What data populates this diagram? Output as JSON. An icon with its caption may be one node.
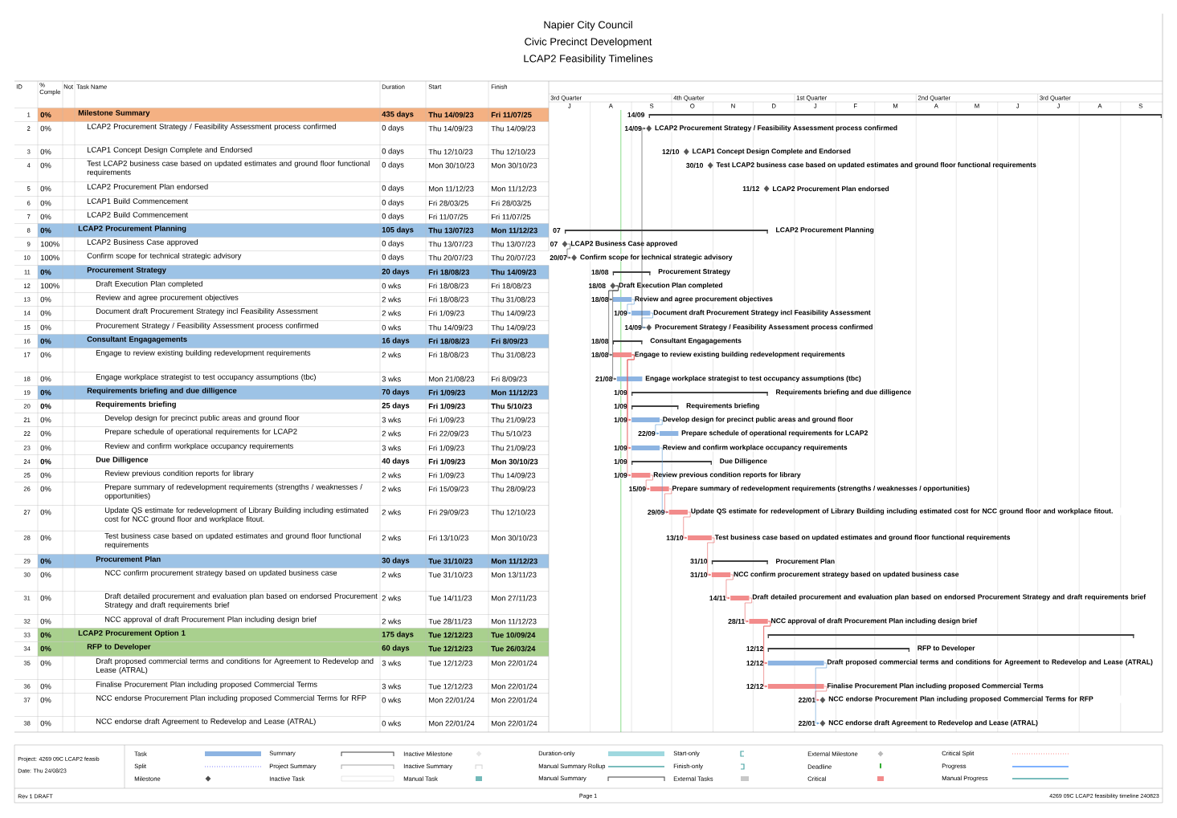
{
  "diagram": {
    "title": "Napier City Council",
    "nodes": [
      {
        "text": [],
        "shape": "bar",
        "beside": [
          "14/09"
        ]
      },
      {
        "text": [],
        "shape": "diamond",
        "beside": [
          "14/09",
          "LCAP2 Procurement Strategy / Feasibility Assessment process confirmed"
        ]
      },
      {
        "text": [],
        "shape": "diamond",
        "beside": [
          "12/10",
          "LCAP1 Concept Design Complete and Endorsed"
        ]
      },
      {
        "text": [],
        "shape": "diamond",
        "beside": [
          "30/10",
          "Test LCAP2 business case based on updated estimates and ground floor functional requirements"
        ]
      },
      {
        "text": [],
        "shape": "diamond",
        "beside": [
          "11/12",
          "LCAP2 Procurement Plan endorsed"
        ]
      },
      {
        "text": [],
        "shape": "bar",
        "beside": [
          "07",
          "LCAP2 Procurement Planning"
        ]
      },
      {
        "text": [],
        "shape": "diamond",
        "beside": [
          "07",
          "LCAP2 Business Case approved"
        ]
      },
      {
        "text": [],
        "shape": "diamond",
        "beside": [
          "20/07",
          "Confirm scope for technical strategic advisory"
        ]
      },
      {
        "text": [],
        "shape": "bar",
        "beside": [
          "18/08",
          "Procurement Strategy"
        ]
      },
      {
        "text": [],
        "shape": "diamond",
        "beside": [
          "18/08",
          "Draft Execution Plan completed"
        ]
      },
      {
        "text": [],
        "shape": "bar",
        "beside": [
          "18/08",
          "Review and agree procurement objectives"
        ]
      },
      {
        "text": [],
        "shape": "bar",
        "beside": [
          "1/09",
          "Document draft Procurement Strategy incl Feasibility Assessment"
        ]
      },
      {
        "text": [],
        "shape": "diamond",
        "beside": [
          "14/09",
          "Procurement Strategy / Feasibility Assessment process confirmed"
        ]
      },
      {
        "text": [],
        "shape": "bar",
        "beside": [
          "18/08",
          "Consultant Engagagements"
        ]
      },
      {
        "text": [],
        "shape": "bar",
        "beside": [
          "18/08",
          "Engage to review existing building redevelopment requirements"
        ]
      },
      {
        "text": [],
        "shape": "bar",
        "beside": [
          "21/08",
          "Engage workplace strategist to test occupancy assumptions (tbc)"
        ]
      },
      {
        "text": [],
        "shape": "bar",
        "beside": [
          "1/09",
          "Requirements briefing and due dilligence"
        ]
      },
      {
        "text": [],
        "shape": "bar",
        "beside": [
          "1/09",
          "Requirements briefing"
        ]
      },
      {
        "text": [],
        "shape": "bar",
        "beside": [
          "1/09",
          "Develop design for precinct public areas and ground floor"
        ]
      },
      {
        "text": [],
        "shape": "bar",
        "beside": [
          "22/09",
          "Prepare schedule of operational requirements for LCAP2"
        ]
      },
      {
        "text": [],
        "shape": "bar",
        "beside": [
          "1/09",
          "Review and confirm workplace occupancy requirements"
        ]
      },
      {
        "text": [],
        "shape": "bar",
        "beside": [
          "1/09",
          "Due Dilligence"
        ]
      },
      {
        "text": [],
        "shape": "bar",
        "beside": [
          "1/09",
          "Review previous condition reports for library"
        ]
      },
      {
        "text": [],
        "shape": "bar",
        "beside": [
          "15/09",
          "Prepare summary of redevelopment requirements (strengths / weaknesses / opportunities)"
        ]
      },
      {
        "text": [],
        "shape": "bar",
        "beside": [
          "29/09",
          "Update QS estimate for redevelopment of Library Building including estimated cost for NCC ground floor and workplace fitout."
        ]
      },
      {
        "text": [],
        "shape": "bar",
        "beside": [
          "13/10",
          "Test business case based on updated estimates and ground floor functional requirements"
        ]
      },
      {
        "text": [],
        "shape": "bar",
        "beside": [
          "31/10",
          "Procurement Plan"
        ]
      },
      {
        "text": [],
        "shape": "bar",
        "beside": [
          "31/10",
          "NCC confirm procurement strategy based on updated business case"
        ]
      },
      {
        "text": [],
        "shape": "bar",
        "beside": [
          "14/11",
          "Draft detailed procurement and evaluation plan based on endorsed Procurement Strategy and draft requirements brief"
        ]
      },
      {
        "text": [],
        "shape": "bar",
        "beside": [
          "28/11",
          "NCC approval of draft Procurement Plan including design brief"
        ]
      },
      {
        "text": [],
        "shape": "bar"
      },
      {
        "text": [],
        "shape": "bar",
        "beside": [
          "12/12",
          "RFP to Developer"
        ]
      },
      {
        "text": [],
        "shape": "bar",
        "beside": [
          "12/12",
          "Draft proposed commercial terms and conditions for Agreement to Redevelop and Lease (ATRAL)"
        ]
      },
      {
        "text": [],
        "shape": "bar",
        "beside": [
          "12/12",
          "Finalise Procurement Plan including proposed Commercial Terms"
        ]
      },
      {
        "text": [],
        "shape": "diamond",
        "beside": [
          "22/01",
          "NCC endorse Procurement Plan including proposed Commercial Terms for RFP"
        ]
      },
      {
        "text": [],
        "shape": "diamond",
        "beside": [
          "22/01",
          "NCC endorse draft Agreement to Redevelop and Lease (ATRAL)"
        ]
      }
    ],
    "edges": [
      {
        "from": 6,
        "to": 7,
        "arrow": "to",
        "color": "#404040"
      },
      {
        "from": 9,
        "to": 10,
        "arrow": "to",
        "color": "#404040"
      },
      {
        "from": 9,
        "to": 14,
        "arrow": "to",
        "color": "#404040"
      },
      {
        "from": 9,
        "to": 15,
        "arrow": "to",
        "color": "#404040"
      },
      {
        "from": 10,
        "to": 11,
        "arrow": "to",
        "color": "#5b9bd5"
      },
      {
        "from": 11,
        "to": 12,
        "arrow": "to",
        "color": "#5b9bd5"
      },
      {
        "from": 12,
        "to": 1,
        "arrow": "to",
        "color": "#404040"
      },
      {
        "from": 14,
        "to": 18,
        "arrow": "to"
      },
      {
        "from": 14,
        "to": 20,
        "arrow": "to"
      },
      {
        "from": 14,
        "to": 22,
        "arrow": "to"
      },
      {
        "from": 18,
        "to": 19,
        "arrow": "to",
        "color": "#5b9bd5"
      },
      {
        "from": 20,
        "to": 24,
        "arrow": "to",
        "color": "#5b9bd5"
      },
      {
        "from": 22,
        "to": 23,
        "arrow": "to"
      },
      {
        "from": 23,
        "to": 24,
        "arrow": "to"
      },
      {
        "from": 24,
        "to": 25,
        "arrow": "to"
      },
      {
        "from": 25,
        "to": 27,
        "arrow": "to"
      },
      {
        "from": 27,
        "to": 28,
        "arrow": "to"
      },
      {
        "from": 28,
        "to": 29,
        "arrow": "to"
      },
      {
        "from": 29,
        "to": 32,
        "arrow": "to"
      },
      {
        "from": 29,
        "to": 33,
        "arrow": "to"
      },
      {
        "from": 32,
        "to": 35,
        "arrow": "to",
        "color": "#5b9bd5"
      },
      {
        "from": 33,
        "to": 34,
        "arrow": "to"
      }
    ],
    "labels": [
      "Civic Precinct Development",
      "LCAP2 Feasibility Timelines",
      "ID",
      "% Comple",
      "Not",
      "Task Name",
      "Duration",
      "Start",
      "Finish",
      "3rd Quarter",
      "4th Quarter",
      "1st Quarter",
      "2nd Quarter",
      "3rd Quarter",
      "J",
      "A",
      "S",
      "O",
      "N",
      "D",
      "J",
      "F",
      "M",
      "A",
      "M",
      "J",
      "J",
      "A",
      "S",
      "1",
      "0%",
      "Milestone Summary",
      "435 days",
      "Thu 14/09/23",
      "Fri 11/07/25",
      "2",
      "0%",
      "LCAP2 Procurement Strategy / Feasibility Assessment process confirmed",
      "0 days",
      "Thu 14/09/23",
      "Thu 14/09/23",
      "3",
      "0%",
      "LCAP1 Concept Design Complete and Endorsed",
      "0 days",
      "Thu 12/10/23",
      "Thu 12/10/23",
      "4",
      "0%",
      "Test LCAP2 business case based on updated estimates and ground floor functional requirements",
      "0 days",
      "Mon 30/10/23",
      "Mon 30/10/23",
      "5",
      "0%",
      "LCAP2 Procurement Plan endorsed",
      "0 days",
      "Mon 11/12/23",
      "Mon 11/12/23",
      "6",
      "0%",
      "LCAP1 Build Commencement",
      "0 days",
      "Fri 28/03/25",
      "Fri 28/03/25",
      "7",
      "0%",
      "LCAP2 Build Commencement",
      "0 days",
      "Fri 11/07/25",
      "Fri 11/07/25",
      "8",
      "0%",
      "LCAP2 Procurement Planning",
      "105 days",
      "Thu 13/07/23",
      "Mon 11/12/23",
      "9",
      "100%",
      "LCAP2 Business Case approved",
      "0 days",
      "Thu 13/07/23",
      "Thu 13/07/23",
      "10",
      "100%",
      "Confirm scope for technical strategic advisory",
      "0 days",
      "Thu 20/07/23",
      "Thu 20/07/23",
      "11",
      "0%",
      "Procurement Strategy",
      "20 days",
      "Fri 18/08/23",
      "Thu 14/09/23",
      "12",
      "100%",
      "Draft Execution Plan completed",
      "0 wks",
      "Fri 18/08/23",
      "Fri 18/08/23",
      "13",
      "0%",
      "Review and agree procurement objectives",
      "2 wks",
      "Fri 18/08/23",
      "Thu 31/08/23",
      "14",
      "0%",
      "Document draft Procurement Strategy incl Feasibility Assessment",
      "2 wks",
      "Fri 1/09/23",
      "Thu 14/09/23",
      "15",
      "0%",
      "Procurement Strategy / Feasibility Assessment process confirmed",
      "0 wks",
      "Thu 14/09/23",
      "Thu 14/09/23",
      "16",
      "0%",
      "Consultant Engagagements",
      "16 days",
      "Fri 18/08/23",
      "Fri 8/09/23",
      "17",
      "0%",
      "Engage to review existing building redevelopment requirements",
      "2 wks",
      "Fri 18/08/23",
      "Thu 31/08/23",
      "18",
      "0%",
      "Engage workplace strategist to test occupancy assumptions (tbc)",
      "3 wks",
      "Mon 21/08/23",
      "Fri 8/09/23",
      "19",
      "0%",
      "Requirements briefing and due dilligence",
      "70 days",
      "Fri 1/09/23",
      "Mon 11/12/23",
      "20",
      "0%",
      "Requirements briefing",
      "25 days",
      "Fri 1/09/23",
      "Thu 5/10/23",
      "21",
      "0%",
      "Develop design for precinct public areas and ground floor",
      "3 wks",
      "Fri 1/09/23",
      "Thu 21/09/23",
      "22",
      "0%",
      "Prepare schedule of operational requirements for LCAP2",
      "2 wks",
      "Fri 22/09/23",
      "Thu 5/10/23",
      "23",
      "0%",
      "Review and confirm workplace occupancy requirements",
      "3 wks",
      "Fri 1/09/23",
      "Thu 21/09/23",
      "24",
      "0%",
      "Due Dilligence",
      "40 days",
      "Fri 1/09/23",
      "Mon 30/10/23",
      "25",
      "0%",
      "Review previous condition reports for library",
      "2 wks",
      "Fri 1/09/23",
      "Thu 14/09/23",
      "26",
      "0%",
      "Prepare summary of redevelopment requirements (strengths / weaknesses / opportunities)",
      "2 wks",
      "Fri 15/09/23",
      "Thu 28/09/23",
      "27",
      "0%",
      "Update QS estimate for redevelopment of Library Building including estimated cost for NCC ground floor and workplace fitout.",
      "2 wks",
      "Fri 29/09/23",
      "Thu 12/10/23",
      "28",
      "0%",
      "Test business case based on updated estimates and ground floor functional requirements",
      "2 wks",
      "Fri 13/10/23",
      "Mon 30/10/23",
      "29",
      "0%",
      "Procurement Plan",
      "30 days",
      "Tue 31/10/23",
      "Mon 11/12/23",
      "30",
      "0%",
      "NCC confirm procurement strategy based on updated business case",
      "2 wks",
      "Tue 31/10/23",
      "Mon 13/11/23",
      "31",
      "0%",
      "Draft detailed procurement and evaluation plan based on endorsed Procurement Strategy and draft requirements brief",
      "2 wks",
      "Tue 14/11/23",
      "Mon 27/11/23",
      "32",
      "0%",
      "NCC approval of draft Procurement Plan including design brief",
      "2 wks",
      "Tue 28/11/23",
      "Mon 11/12/23",
      "33",
      "0%",
      "LCAP2 Procurement Option 1",
      "175 days",
      "Tue 12/12/23",
      "Tue 10/09/24",
      "34",
      "0%",
      "RFP to Developer",
      "60 days",
      "Tue 12/12/23",
      "Tue 26/03/24",
      "35",
      "0%",
      "Draft proposed commercial terms and conditions for Agreement to Redevelop and Lease (ATRAL)",
      "3 wks",
      "Tue 12/12/23",
      "Mon 22/01/24",
      "36",
      "0%",
      "Finalise Procurement Plan including proposed Commercial Terms",
      "3 wks",
      "Tue 12/12/23",
      "Mon 22/01/24",
      "37",
      "0%",
      "NCC endorse Procurement Plan including proposed Commercial Terms for RFP",
      "0 wks",
      "Mon 22/01/24",
      "Mon 22/01/24",
      "38",
      "0%",
      "NCC endorse draft Agreement to Redevelop and Lease (ATRAL)",
      "0 wks",
      "Mon 22/01/24",
      "Mon 22/01/24",
      "Project: 4269 09C LCAP2 feasib",
      "Date: Thu 24/08/23",
      "Rev 1 DRAFT",
      "Page 1",
      "4269 09C LCAP2 feasibility timeline 240823"
    ],
    "legend": [
      {
        "text": "Task",
        "color": "#8db4e2"
      },
      {
        "text": "Summary"
      },
      {
        "text": "Inactive Milestone"
      },
      {
        "text": "Duration-only",
        "color": "#9fd8df"
      },
      {
        "text": "Start-only"
      },
      {
        "text": "External Milestone"
      },
      {
        "text": "Critical Split"
      },
      {
        "text": "Split"
      },
      {
        "text": "Project Summary"
      },
      {
        "text": "Inactive Summary"
      },
      {
        "text": "Manual Summary Rollup"
      },
      {
        "text": "Finish-only"
      },
      {
        "text": "Deadline"
      },
      {
        "text": "Progress"
      },
      {
        "text": "Milestone"
      },
      {
        "text": "Inactive Task"
      },
      {
        "text": "Manual Task"
      },
      {
        "text": "Manual Summary"
      },
      {
        "text": "External Tasks",
        "color": "#c8c8c8"
      },
      {
        "text": "Critical",
        "color": "#f28b8b"
      },
      {
        "text": "Manual Progress"
      }
    ]
  }
}
